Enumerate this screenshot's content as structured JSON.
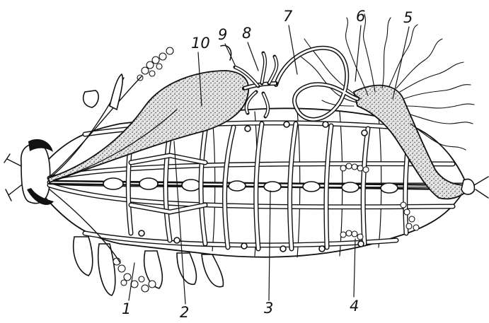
{
  "figure": {
    "labels": [
      {
        "id": "label-1",
        "text": "1"
      },
      {
        "id": "label-2",
        "text": "2"
      },
      {
        "id": "label-3",
        "text": "3"
      },
      {
        "id": "label-4",
        "text": "4"
      },
      {
        "id": "label-5",
        "text": "5"
      },
      {
        "id": "label-6",
        "text": "6"
      },
      {
        "id": "label-7",
        "text": "7"
      },
      {
        "id": "label-8",
        "text": "8"
      },
      {
        "id": "label-9",
        "text": "9"
      },
      {
        "id": "label-10",
        "text": "10"
      }
    ]
  }
}
